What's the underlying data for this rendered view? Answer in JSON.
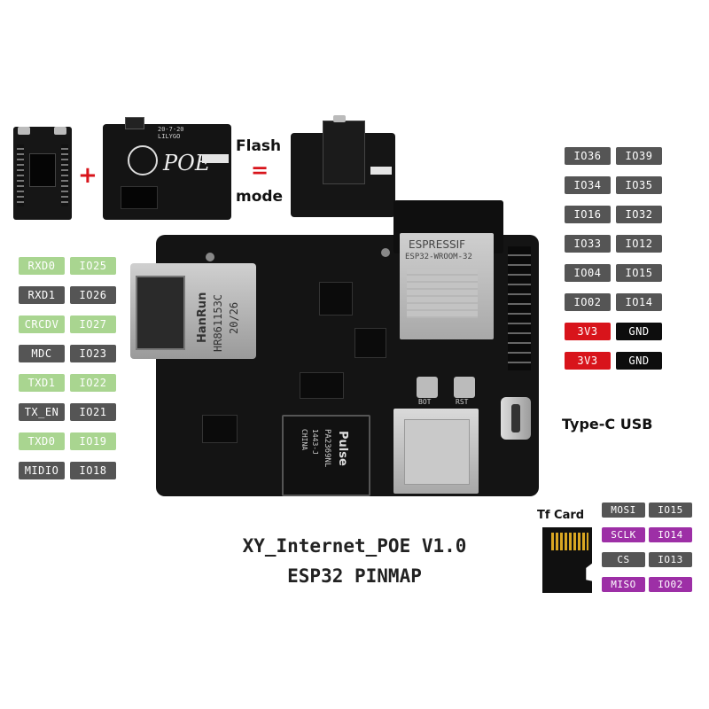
{
  "title": {
    "line1": "XY_Internet_POE V1.0",
    "line2": "ESP32 PINMAP"
  },
  "flash_mode": {
    "word1": "Flash",
    "word2": "mode",
    "plus": "+",
    "equals": "="
  },
  "usb_label": "Type-C USB",
  "tf_card_label": "Tf Card",
  "colors": {
    "gray": "#555555",
    "green": "#a9d590",
    "red": "#d8141b",
    "black": "#0d0d0d",
    "purple": "#9d2fa6",
    "board": "#141414"
  },
  "left_pins": [
    {
      "a": "RXD0",
      "b": "IO25",
      "color": "green"
    },
    {
      "a": "RXD1",
      "b": "IO26",
      "color": "gray"
    },
    {
      "a": "CRCDV",
      "b": "IO27",
      "color": "green"
    },
    {
      "a": "MDC",
      "b": "IO23",
      "color": "gray"
    },
    {
      "a": "TXD1",
      "b": "IO22",
      "color": "green"
    },
    {
      "a": "TX_EN",
      "b": "IO21",
      "color": "gray"
    },
    {
      "a": "TXD0",
      "b": "IO19",
      "color": "green"
    },
    {
      "a": "MIDIO",
      "b": "IO18",
      "color": "gray"
    }
  ],
  "right_pins": [
    {
      "a": "IO36",
      "b": "IO39",
      "ca": "gray",
      "cb": "gray"
    },
    {
      "a": "IO34",
      "b": "IO35",
      "ca": "gray",
      "cb": "gray"
    },
    {
      "a": "IO16",
      "b": "IO32",
      "ca": "gray",
      "cb": "gray"
    },
    {
      "a": "IO33",
      "b": "IO12",
      "ca": "gray",
      "cb": "gray"
    },
    {
      "a": "IO04",
      "b": "IO15",
      "ca": "gray",
      "cb": "gray"
    },
    {
      "a": "IO02",
      "b": "IO14",
      "ca": "gray",
      "cb": "gray"
    },
    {
      "a": "3V3",
      "b": "GND",
      "ca": "red",
      "cb": "black"
    },
    {
      "a": "3V3",
      "b": "GND",
      "ca": "red",
      "cb": "black"
    }
  ],
  "tf_pins": [
    {
      "a": "MOSI",
      "b": "IO15",
      "color": "gray"
    },
    {
      "a": "SCLK",
      "b": "IO14",
      "color": "purple"
    },
    {
      "a": "CS",
      "b": "IO13",
      "color": "gray"
    },
    {
      "a": "MISO",
      "b": "IO02",
      "color": "purple"
    }
  ],
  "board_text": {
    "rj45_brand": "HanRun",
    "rj45_part": "HR861153C",
    "rj45_date": "20/26",
    "module_brand": "ESPRESSIF",
    "module_name": "ESP32-WROOM-32",
    "poe_brand": "Pulse",
    "poe_part": "PA2369NL",
    "poe_code": "1443-J",
    "poe_country": "CHINA",
    "btn_boot": "BOT",
    "btn_reset": "RST",
    "small_board_label": "POE",
    "small_board_brand": "LILYGO",
    "small_board_date": "20-7-20"
  }
}
